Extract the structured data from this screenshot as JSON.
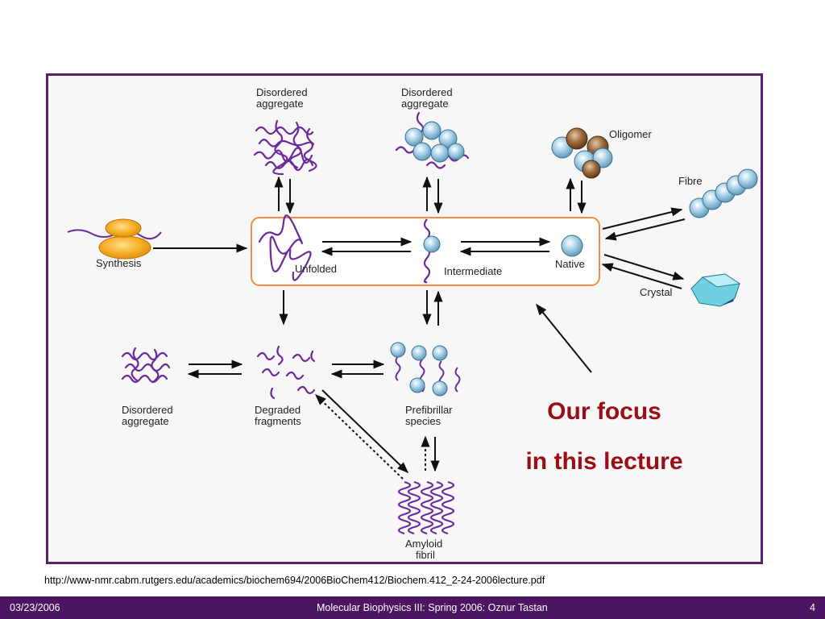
{
  "labels": {
    "disordered_aggregate_top_left": [
      "Disordered",
      "aggregate"
    ],
    "disordered_aggregate_top_mid": [
      "Disordered",
      "aggregate"
    ],
    "oligomer": "Oligomer",
    "fibre": "Fibre",
    "synthesis": "Synthesis",
    "unfolded": "Unfolded",
    "intermediate": "Intermediate",
    "native": "Native",
    "crystal": "Crystal",
    "disordered_aggregate_bottom": [
      "Disordered",
      "aggregate"
    ],
    "degraded_fragments": [
      "Degraded",
      "fragments"
    ],
    "prefibrillar_species": [
      "Prefibrillar",
      "species"
    ],
    "amyloid_fibril": [
      "Amyloid",
      "fibril"
    ]
  },
  "focus": {
    "line1": "Our focus",
    "line2": "in this lecture"
  },
  "source_url": "http://www-nmr.cabm.rutgers.edu/academics/biochem694/2006BioChem412/Biochem.412_2-24-2006lecture.pdf",
  "footer": {
    "date": "03/23/2006",
    "title": "Molecular Biophysics III: Spring 2006: Oznur Tastan",
    "page": "4"
  },
  "colors": {
    "frame": "#5b1f6e",
    "footer_bg": "#4b1561",
    "focus_text": "#9a0d14",
    "box_border": "#f08a4b",
    "chain": "#6a2a9a",
    "globule": "#8fc3dd"
  }
}
